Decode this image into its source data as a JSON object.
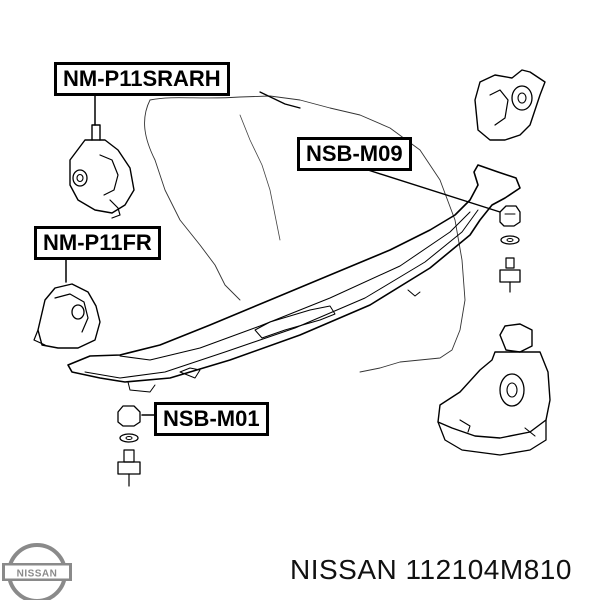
{
  "diagram": {
    "callouts": [
      {
        "id": "c1",
        "label": "NM-P11SRARH"
      },
      {
        "id": "c2",
        "label": "NSB-M09"
      },
      {
        "id": "c3",
        "label": "NM-P11FR"
      },
      {
        "id": "c4",
        "label": "NSB-M01"
      }
    ]
  },
  "brand": {
    "logo_text": "NISSAN",
    "caption": "NISSAN 112104M810"
  },
  "colors": {
    "ink": "#000000",
    "background": "#ffffff",
    "logo_gray": "#8a8a8a"
  }
}
